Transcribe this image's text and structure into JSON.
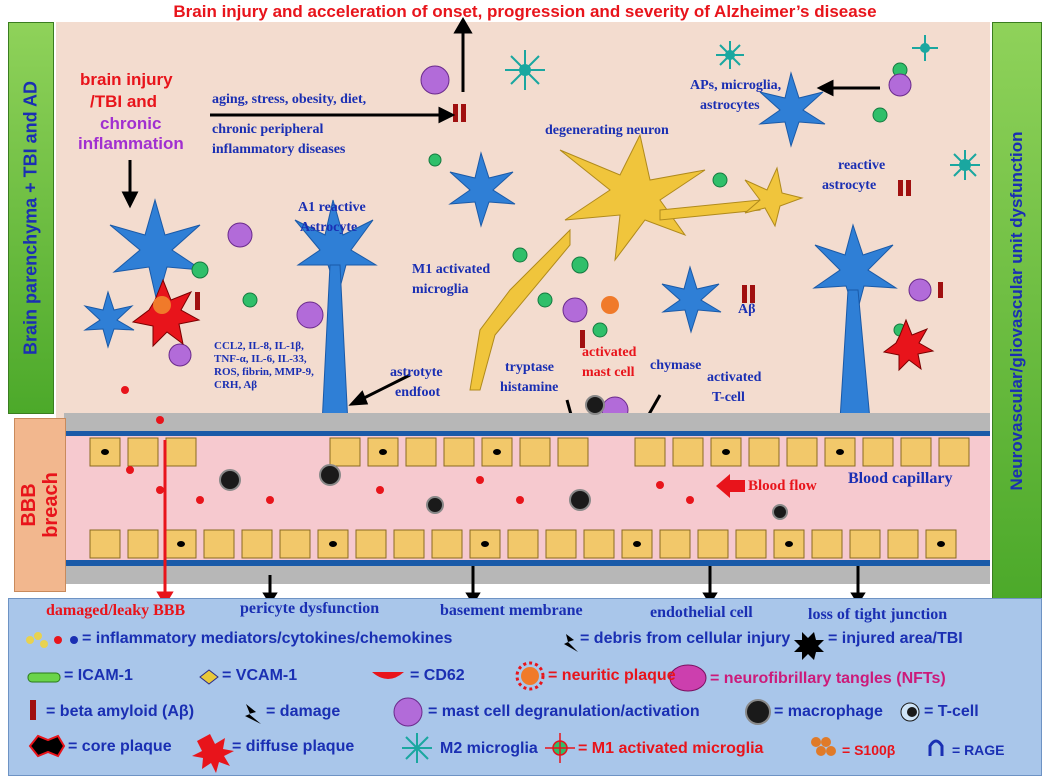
{
  "title": "Brain injury and acceleration of onset, progression and severity of Alzheimer’s disease",
  "left_bar": "Brain parenchyma + TBI and AD",
  "right_bar": "Neurovascular/gliovascular unit dysfunction",
  "bbb_label": [
    "BBB",
    "breach"
  ],
  "labels": {
    "brain_injury_1": "brain injury",
    "brain_injury_2": "/TBI and",
    "brain_injury_3": "chronic",
    "brain_injury_4": "inflammation",
    "aging": "aging, stress, obesity, diet,",
    "chronic_1": "chronic peripheral",
    "chronic_2": "inflammatory  diseases",
    "aps_1": "APs, microglia,",
    "aps_2": "astrocytes",
    "degenerating": "degenerating neuron",
    "reactive_astro_1": "reactive",
    "reactive_astro_2": "astrocyte",
    "a1_1": "A1 reactive",
    "a1_2": "Astrocyte",
    "m1_1": "M1 activated",
    "m1_2": "microglia",
    "abeta": "Aβ",
    "cytokines_1": "CCL2, IL-8, IL-1β,",
    "cytokines_2": "TNF-α, IL-6, IL-33,",
    "cytokines_3": "ROS, fibrin, MMP-9,",
    "cytokines_4": "CRH, Aβ",
    "endfoot_1": "astrotyte",
    "endfoot_2": "endfoot",
    "tryptase": "tryptase",
    "histamine": "histamine",
    "mast_1": "activated",
    "mast_2": "mast cell",
    "chymase": "chymase",
    "tcell_1": "activated",
    "tcell_2": "T-cell",
    "blood_flow": "Blood flow",
    "blood_capillary": "Blood capillary"
  },
  "bottom_labels": {
    "leaky": "damaged/leaky BBB",
    "pericyte": "pericyte dysfunction",
    "basement": "basement membrane",
    "endothelial": "endothelial cell",
    "tight": "loss of tight junction"
  },
  "legend": {
    "inflammatory": "= inflammatory mediators/cytokines/chemokines",
    "debris": "= debris from cellular injury",
    "injured": "= injured area/TBI",
    "icam": "= ICAM-1",
    "vcam": "= VCAM-1",
    "cd62": "= CD62",
    "neuritic": "= neuritic plaque",
    "nft": "= neurofibrillary tangles (NFTs)",
    "beta": "= beta amyloid  (Aβ)",
    "damage": "= damage",
    "mastcell": "= mast cell degranulation/activation",
    "macrophage": "= macrophage",
    "tcell": "= T-cell",
    "core": "= core plaque",
    "diffuse": "= diffuse plaque",
    "m2": "M2 microglia",
    "m1": "= M1 activated microglia",
    "s100": "= S100β",
    "rage": "= RAGE"
  },
  "colors": {
    "label_blue": "#1a2fb3",
    "label_red": "#e8141b",
    "label_purple": "#a12fd0",
    "bar_green": "#4ca92a",
    "parenchyma": "#f3dccf",
    "legend_bg": "#a9c6ea",
    "vessel_cell": "#f2c86a",
    "lumen": "#f6c9cf"
  }
}
